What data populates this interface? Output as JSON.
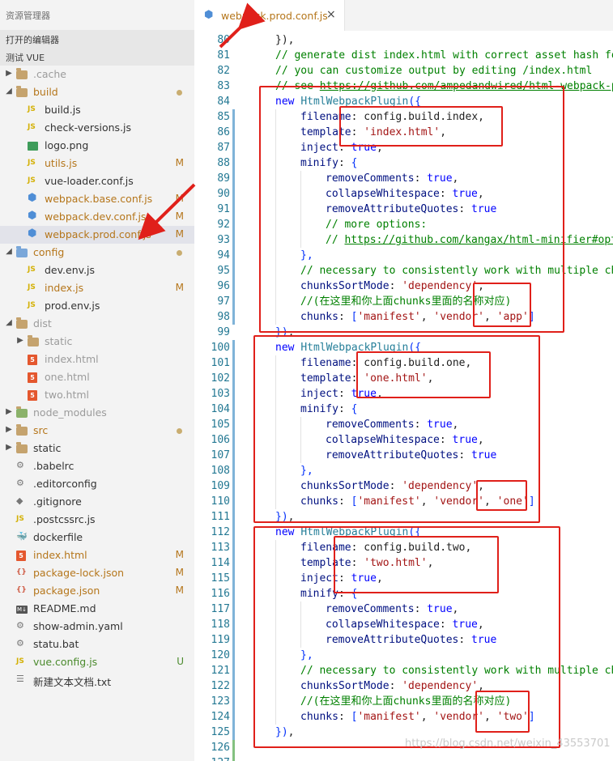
{
  "sidebar": {
    "header": "资源管理器",
    "open_editors": "打开的编辑器",
    "project": "测试 VUE",
    "items": [
      {
        "label": ".cache",
        "type": "folder",
        "depth": 0,
        "caret": "▶",
        "color": "ignored"
      },
      {
        "label": "build",
        "type": "folder-open",
        "depth": 0,
        "caret": "◢",
        "color": "mod",
        "dot": true
      },
      {
        "label": "build.js",
        "type": "js",
        "depth": 1
      },
      {
        "label": "check-versions.js",
        "type": "js",
        "depth": 1
      },
      {
        "label": "logo.png",
        "type": "img",
        "depth": 1
      },
      {
        "label": "utils.js",
        "type": "js",
        "depth": 1,
        "badge": "M",
        "color": "mod"
      },
      {
        "label": "vue-loader.conf.js",
        "type": "js",
        "depth": 1
      },
      {
        "label": "webpack.base.conf.js",
        "type": "wp",
        "depth": 1,
        "badge": "M",
        "color": "mod"
      },
      {
        "label": "webpack.dev.conf.js",
        "type": "wp",
        "depth": 1,
        "badge": "M",
        "color": "mod"
      },
      {
        "label": "webpack.prod.conf.js",
        "type": "wp",
        "depth": 1,
        "badge": "M",
        "color": "mod",
        "selected": true
      },
      {
        "label": "config",
        "type": "folder-blue",
        "depth": 0,
        "caret": "◢",
        "color": "mod",
        "dot": true
      },
      {
        "label": "dev.env.js",
        "type": "js",
        "depth": 1
      },
      {
        "label": "index.js",
        "type": "js",
        "depth": 1,
        "badge": "M",
        "color": "mod"
      },
      {
        "label": "prod.env.js",
        "type": "js",
        "depth": 1
      },
      {
        "label": "dist",
        "type": "folder-open",
        "depth": 0,
        "caret": "◢",
        "color": "ignored"
      },
      {
        "label": "static",
        "type": "folder",
        "depth": 1,
        "caret": "▶",
        "color": "ignored"
      },
      {
        "label": "index.html",
        "type": "html",
        "depth": 1,
        "color": "ignored"
      },
      {
        "label": "one.html",
        "type": "html",
        "depth": 1,
        "color": "ignored"
      },
      {
        "label": "two.html",
        "type": "html",
        "depth": 1,
        "color": "ignored"
      },
      {
        "label": "node_modules",
        "type": "folder-green",
        "depth": 0,
        "caret": "▶",
        "color": "ignored"
      },
      {
        "label": "src",
        "type": "folder",
        "depth": 0,
        "caret": "▶",
        "color": "mod",
        "dot": true
      },
      {
        "label": "static",
        "type": "folder",
        "depth": 0,
        "caret": "▶"
      },
      {
        "label": ".babelrc",
        "type": "gen",
        "depth": 0
      },
      {
        "label": ".editorconfig",
        "type": "gen",
        "depth": 0
      },
      {
        "label": ".gitignore",
        "type": "git",
        "depth": 0
      },
      {
        "label": ".postcssrc.js",
        "type": "js",
        "depth": 0
      },
      {
        "label": "dockerfile",
        "type": "docker",
        "depth": 0
      },
      {
        "label": "index.html",
        "type": "html",
        "depth": 0,
        "badge": "M",
        "color": "mod"
      },
      {
        "label": "package-lock.json",
        "type": "json",
        "depth": 0,
        "badge": "M",
        "color": "mod"
      },
      {
        "label": "package.json",
        "type": "json",
        "depth": 0,
        "badge": "M",
        "color": "mod"
      },
      {
        "label": "README.md",
        "type": "md",
        "depth": 0
      },
      {
        "label": "show-admin.yaml",
        "type": "gen",
        "depth": 0
      },
      {
        "label": "statu.bat",
        "type": "gen",
        "depth": 0
      },
      {
        "label": "vue.config.js",
        "type": "js",
        "depth": 0,
        "badge": "U",
        "color": "untracked"
      },
      {
        "label": "新建文本文档.txt",
        "type": "txt",
        "depth": 0
      }
    ]
  },
  "tab": {
    "title": "webpack.prod.conf.js",
    "close": "×"
  },
  "editor": {
    "lines": [
      {
        "n": "80",
        "indent": 0,
        "t": [
          [
            "p",
            "}),"
          ]
        ]
      },
      {
        "n": "81",
        "indent": 0,
        "t": [
          [
            "c",
            "// generate dist index.html with correct asset hash for caching."
          ]
        ]
      },
      {
        "n": "82",
        "indent": 0,
        "t": [
          [
            "c",
            "// you can customize output by editing /index.html"
          ]
        ]
      },
      {
        "n": "83",
        "indent": 0,
        "t": [
          [
            "c",
            "// see "
          ],
          [
            "lnk",
            "https://github.com/ampedandwired/html-webpack-plugin"
          ]
        ]
      },
      {
        "n": "84",
        "indent": 0,
        "t": [
          [
            "k",
            "new "
          ],
          [
            "cls",
            "HtmlWebpackPlugin"
          ],
          [
            "b",
            "({"
          ]
        ]
      },
      {
        "n": "85",
        "indent": 1,
        "t": [
          [
            "v",
            "filename"
          ],
          [
            "p",
            ": config.build.index,"
          ]
        ]
      },
      {
        "n": "86",
        "indent": 1,
        "t": [
          [
            "v",
            "template"
          ],
          [
            "p",
            ": "
          ],
          [
            "s",
            "'index.html'"
          ],
          [
            "p",
            ","
          ]
        ]
      },
      {
        "n": "87",
        "indent": 1,
        "t": [
          [
            "v",
            "inject"
          ],
          [
            "p",
            ": "
          ],
          [
            "k",
            "true"
          ],
          [
            "p",
            ","
          ]
        ]
      },
      {
        "n": "88",
        "indent": 1,
        "t": [
          [
            "v",
            "minify"
          ],
          [
            "p",
            ": "
          ],
          [
            "b",
            "{"
          ]
        ]
      },
      {
        "n": "89",
        "indent": 2,
        "t": [
          [
            "v",
            "removeComments"
          ],
          [
            "p",
            ": "
          ],
          [
            "k",
            "true"
          ],
          [
            "p",
            ","
          ]
        ]
      },
      {
        "n": "90",
        "indent": 2,
        "t": [
          [
            "v",
            "collapseWhitespace"
          ],
          [
            "p",
            ": "
          ],
          [
            "k",
            "true"
          ],
          [
            "p",
            ","
          ]
        ]
      },
      {
        "n": "91",
        "indent": 2,
        "t": [
          [
            "v",
            "removeAttributeQuotes"
          ],
          [
            "p",
            ": "
          ],
          [
            "k",
            "true"
          ]
        ]
      },
      {
        "n": "92",
        "indent": 2,
        "t": [
          [
            "c",
            "// more options:"
          ]
        ]
      },
      {
        "n": "93",
        "indent": 2,
        "t": [
          [
            "c",
            "// "
          ],
          [
            "lnk",
            "https://github.com/kangax/html-minifier#options-quick-reference"
          ]
        ]
      },
      {
        "n": "94",
        "indent": 1,
        "t": [
          [
            "b",
            "},"
          ]
        ]
      },
      {
        "n": "95",
        "indent": 1,
        "t": [
          [
            "c",
            "// necessary to consistently work with multiple chunks via CommonsChunkPlugin"
          ]
        ]
      },
      {
        "n": "96",
        "indent": 1,
        "t": [
          [
            "v",
            "chunksSortMode"
          ],
          [
            "p",
            ": "
          ],
          [
            "s",
            "'dependency'"
          ],
          [
            "p",
            ","
          ]
        ]
      },
      {
        "n": "97",
        "indent": 1,
        "t": [
          [
            "c",
            "//(在这里和你上面chunks里面的名称对应)"
          ]
        ]
      },
      {
        "n": "98",
        "indent": 1,
        "t": [
          [
            "v",
            "chunks"
          ],
          [
            "p",
            ": "
          ],
          [
            "b",
            "["
          ],
          [
            "s",
            "'manifest'"
          ],
          [
            "p",
            ", "
          ],
          [
            "s",
            "'vendor'"
          ],
          [
            "p",
            ", "
          ],
          [
            "s",
            "'app'"
          ],
          [
            "b",
            "]"
          ]
        ]
      },
      {
        "n": "99",
        "indent": 0,
        "t": [
          [
            "b",
            "})"
          ],
          [
            "p",
            ","
          ]
        ]
      },
      {
        "n": "100",
        "indent": 0,
        "t": [
          [
            "k",
            "new "
          ],
          [
            "cls",
            "HtmlWebpackPlugin"
          ],
          [
            "b",
            "({"
          ]
        ]
      },
      {
        "n": "101",
        "indent": 1,
        "t": [
          [
            "v",
            "filename"
          ],
          [
            "p",
            ": config.build.one,"
          ]
        ]
      },
      {
        "n": "102",
        "indent": 1,
        "t": [
          [
            "v",
            "template"
          ],
          [
            "p",
            ": "
          ],
          [
            "s",
            "'one.html'"
          ],
          [
            "p",
            ","
          ]
        ]
      },
      {
        "n": "103",
        "indent": 1,
        "t": [
          [
            "v",
            "inject"
          ],
          [
            "p",
            ": "
          ],
          [
            "k",
            "true"
          ],
          [
            "p",
            ","
          ]
        ]
      },
      {
        "n": "104",
        "indent": 1,
        "t": [
          [
            "v",
            "minify"
          ],
          [
            "p",
            ": "
          ],
          [
            "b",
            "{"
          ]
        ]
      },
      {
        "n": "105",
        "indent": 2,
        "t": [
          [
            "v",
            "removeComments"
          ],
          [
            "p",
            ": "
          ],
          [
            "k",
            "true"
          ],
          [
            "p",
            ","
          ]
        ]
      },
      {
        "n": "106",
        "indent": 2,
        "t": [
          [
            "v",
            "collapseWhitespace"
          ],
          [
            "p",
            ": "
          ],
          [
            "k",
            "true"
          ],
          [
            "p",
            ","
          ]
        ]
      },
      {
        "n": "107",
        "indent": 2,
        "t": [
          [
            "v",
            "removeAttributeQuotes"
          ],
          [
            "p",
            ": "
          ],
          [
            "k",
            "true"
          ]
        ]
      },
      {
        "n": "108",
        "indent": 1,
        "t": [
          [
            "b",
            "},"
          ]
        ]
      },
      {
        "n": "109",
        "indent": 1,
        "t": [
          [
            "v",
            "chunksSortMode"
          ],
          [
            "p",
            ": "
          ],
          [
            "s",
            "'dependency'"
          ],
          [
            "p",
            ","
          ]
        ]
      },
      {
        "n": "110",
        "indent": 1,
        "t": [
          [
            "v",
            "chunks"
          ],
          [
            "p",
            ": "
          ],
          [
            "b",
            "["
          ],
          [
            "s",
            "'manifest'"
          ],
          [
            "p",
            ", "
          ],
          [
            "s",
            "'vendor'"
          ],
          [
            "p",
            ", "
          ],
          [
            "s",
            "'one'"
          ],
          [
            "b",
            "]"
          ]
        ]
      },
      {
        "n": "111",
        "indent": 0,
        "t": [
          [
            "b",
            "})"
          ],
          [
            "p",
            ","
          ]
        ]
      },
      {
        "n": "112",
        "indent": 0,
        "t": [
          [
            "k",
            "new "
          ],
          [
            "cls",
            "HtmlWebpackPlugin"
          ],
          [
            "b",
            "({"
          ]
        ]
      },
      {
        "n": "113",
        "indent": 1,
        "t": [
          [
            "v",
            "filename"
          ],
          [
            "p",
            ": config.build.two,"
          ]
        ]
      },
      {
        "n": "114",
        "indent": 1,
        "t": [
          [
            "v",
            "template"
          ],
          [
            "p",
            ": "
          ],
          [
            "s",
            "'two.html'"
          ],
          [
            "p",
            ","
          ]
        ]
      },
      {
        "n": "115",
        "indent": 1,
        "t": [
          [
            "v",
            "inject"
          ],
          [
            "p",
            ": "
          ],
          [
            "k",
            "true"
          ],
          [
            "p",
            ","
          ]
        ]
      },
      {
        "n": "116",
        "indent": 1,
        "t": [
          [
            "v",
            "minify"
          ],
          [
            "p",
            ": "
          ],
          [
            "b",
            "{"
          ]
        ]
      },
      {
        "n": "117",
        "indent": 2,
        "t": [
          [
            "v",
            "removeComments"
          ],
          [
            "p",
            ": "
          ],
          [
            "k",
            "true"
          ],
          [
            "p",
            ","
          ]
        ]
      },
      {
        "n": "118",
        "indent": 2,
        "t": [
          [
            "v",
            "collapseWhitespace"
          ],
          [
            "p",
            ": "
          ],
          [
            "k",
            "true"
          ],
          [
            "p",
            ","
          ]
        ]
      },
      {
        "n": "119",
        "indent": 2,
        "t": [
          [
            "v",
            "removeAttributeQuotes"
          ],
          [
            "p",
            ": "
          ],
          [
            "k",
            "true"
          ]
        ]
      },
      {
        "n": "120",
        "indent": 1,
        "t": [
          [
            "b",
            "},"
          ]
        ]
      },
      {
        "n": "121",
        "indent": 1,
        "t": [
          [
            "c",
            "// necessary to consistently work with multiple chunks via CommonsChunkPlugin"
          ]
        ]
      },
      {
        "n": "122",
        "indent": 1,
        "t": [
          [
            "v",
            "chunksSortMode"
          ],
          [
            "p",
            ": "
          ],
          [
            "s",
            "'dependency'"
          ],
          [
            "p",
            ","
          ]
        ]
      },
      {
        "n": "123",
        "indent": 1,
        "t": [
          [
            "c",
            "//(在这里和你上面chunks里面的名称对应)"
          ]
        ]
      },
      {
        "n": "124",
        "indent": 1,
        "t": [
          [
            "v",
            "chunks"
          ],
          [
            "p",
            ": "
          ],
          [
            "b",
            "["
          ],
          [
            "s",
            "'manifest'"
          ],
          [
            "p",
            ", "
          ],
          [
            "s",
            "'vendor'"
          ],
          [
            "p",
            ", "
          ],
          [
            "s",
            "'two'"
          ],
          [
            "b",
            "]"
          ]
        ]
      },
      {
        "n": "125",
        "indent": 0,
        "t": [
          [
            "b",
            "})"
          ],
          [
            "p",
            ","
          ]
        ]
      },
      {
        "n": "126",
        "indent": 0,
        "t": []
      },
      {
        "n": "127",
        "indent": 0,
        "t": []
      }
    ]
  },
  "watermark": "https://blog.csdn.net/weixin_43553701",
  "colors": {
    "annotation": "#e0201a",
    "modified": "#b5761b",
    "untracked": "#4a8a2c",
    "line_number": "#237893"
  }
}
